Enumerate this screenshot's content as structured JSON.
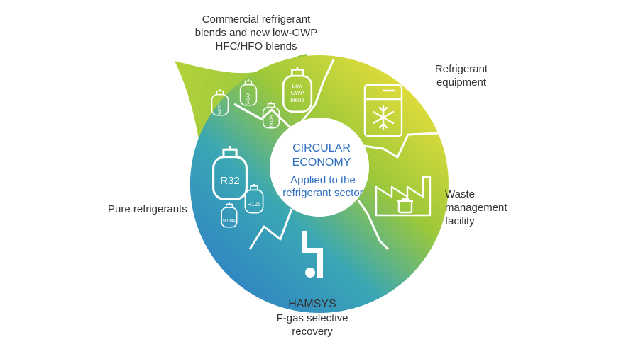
{
  "center": {
    "title_line1": "CIRCULAR",
    "title_line2": "ECONOMY",
    "subtitle_line1": "Applied to the",
    "subtitle_line2": "refrigerant sector"
  },
  "labels": {
    "blends": [
      "Commercial refrigerant",
      "blends and new low-GWP",
      "HFC/HFO blends"
    ],
    "equipment": [
      "Refrigerant",
      "equipment"
    ],
    "waste": [
      "Waste",
      "management",
      "facility"
    ],
    "hamsys_title": "HAMSYS",
    "hamsys_sub": [
      "F-gas selective",
      "recovery"
    ],
    "pure": "Pure refrigerants"
  },
  "cylinders": {
    "low_gwp": [
      "Low",
      "GWP",
      "blend"
    ],
    "r404a": "R404A",
    "r407c": "R407C",
    "r410a": "R410A",
    "r32": "R32",
    "r125": "R125",
    "r134a": "R134a"
  },
  "colors": {
    "yellow": "#f2df3c",
    "green": "#9cc83a",
    "teal": "#3aaa9a",
    "blue": "#2f7fc6",
    "center_text": "#2e6fc0"
  },
  "icons": [
    "gas-cylinder-icon",
    "refrigerator-icon",
    "snowflake-icon",
    "factory-icon",
    "trash-bin-icon",
    "hamsys-logo-icon"
  ]
}
